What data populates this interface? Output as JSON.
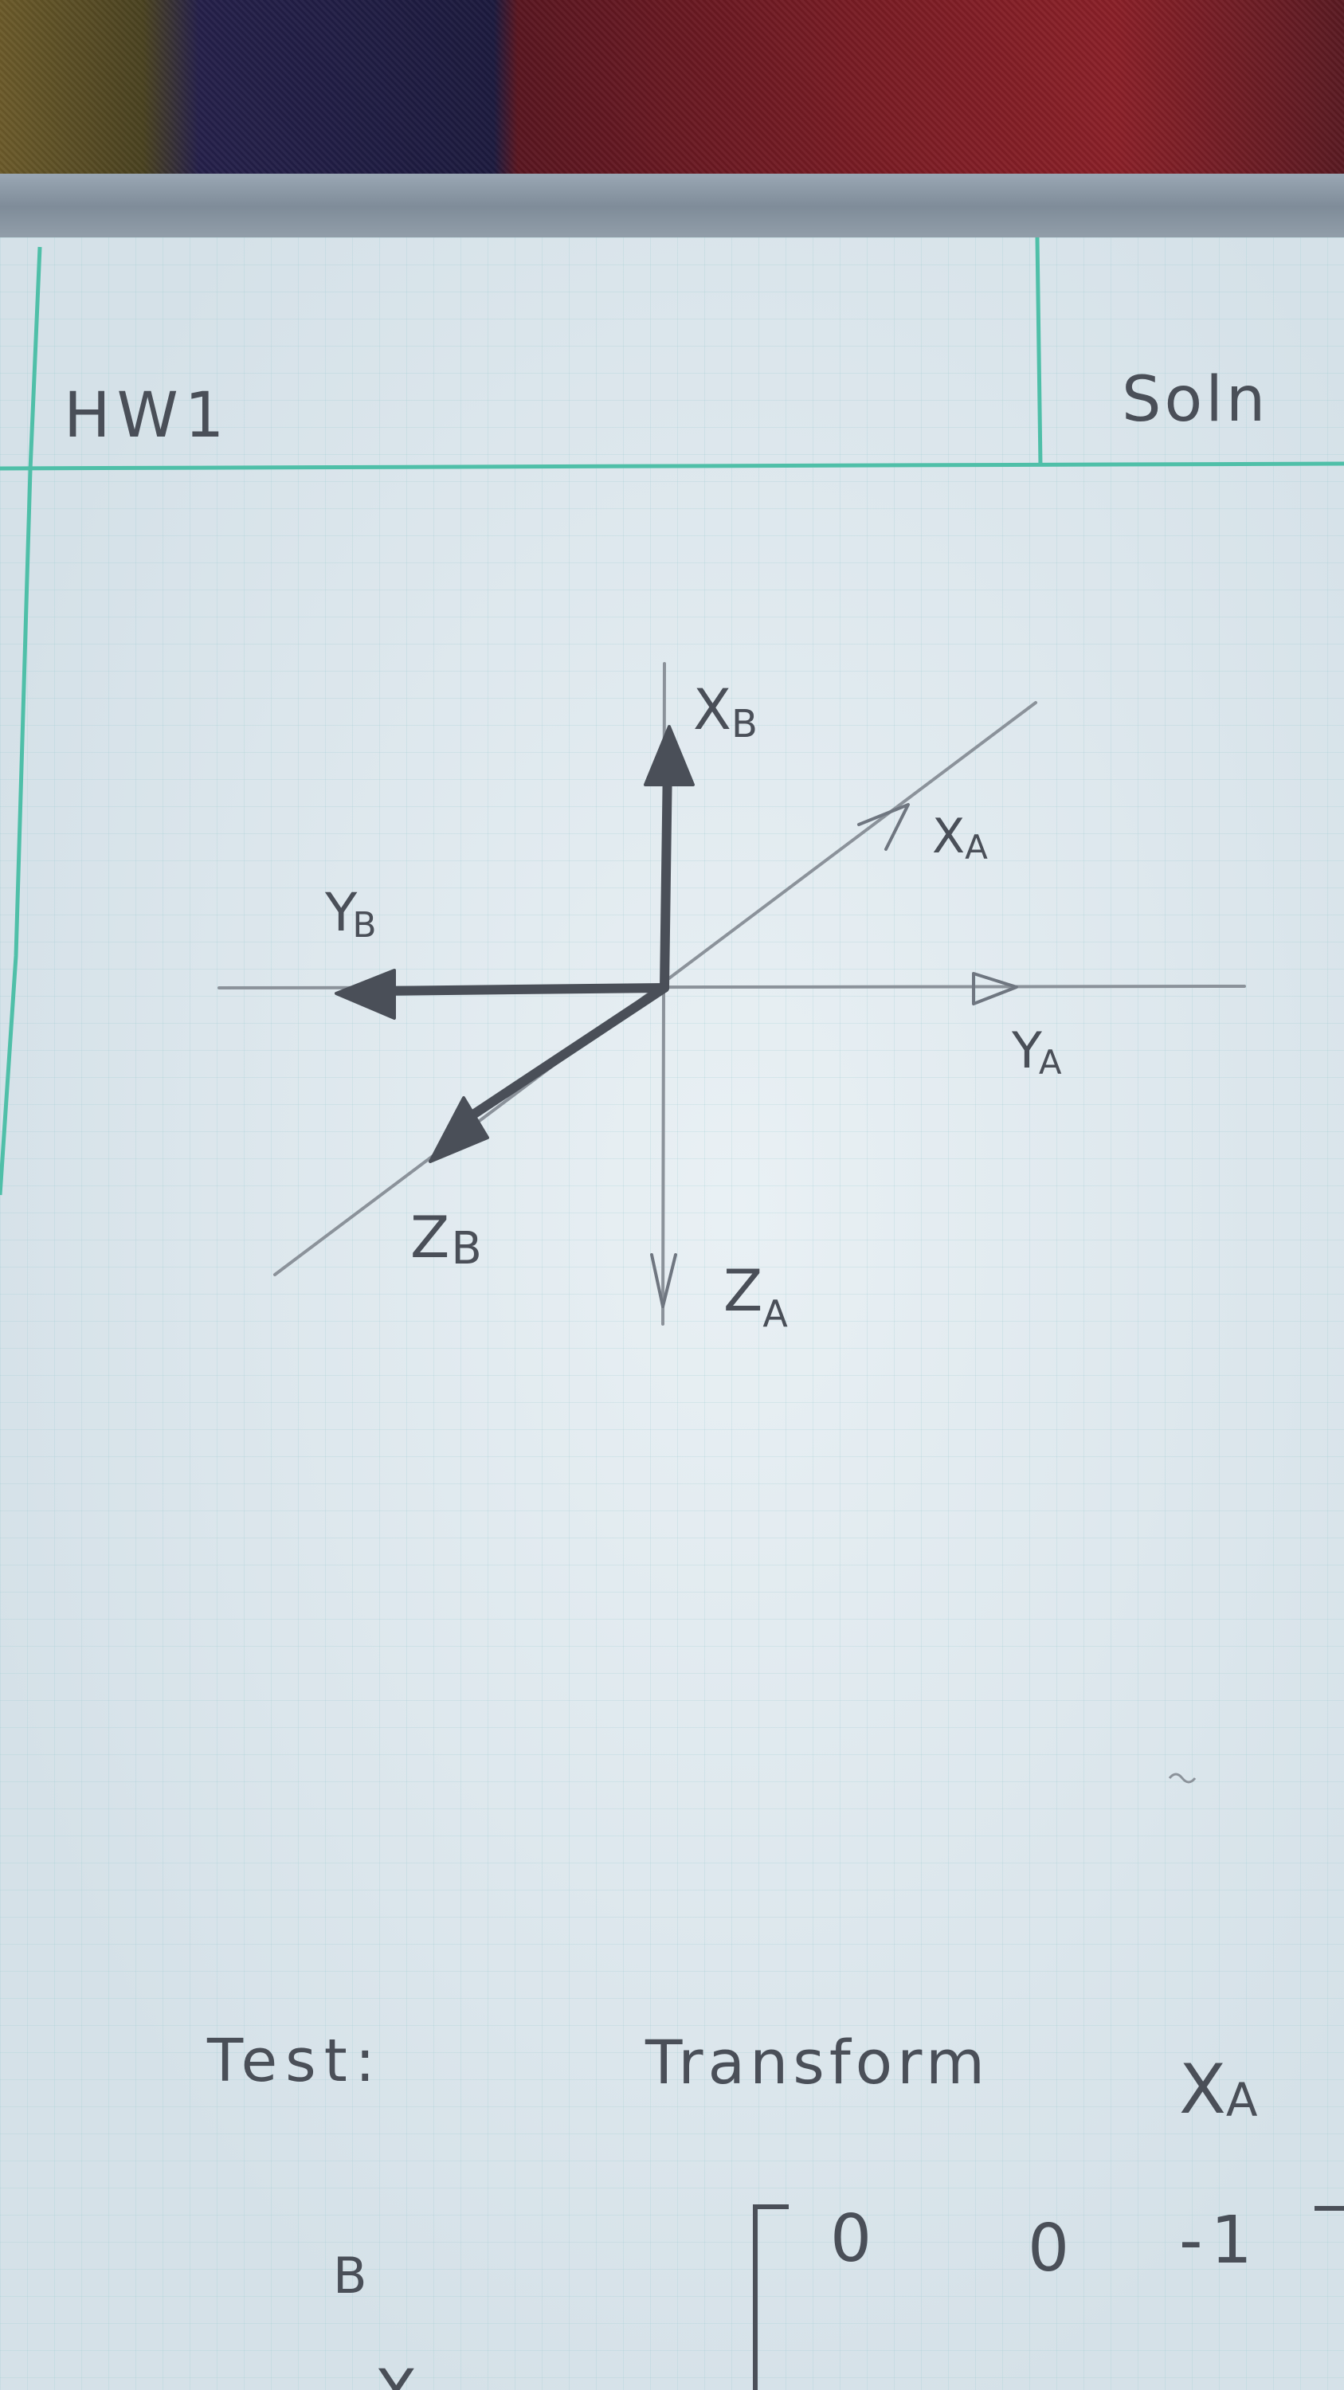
{
  "header": {
    "left_label": "HW1",
    "right_label": "Soln"
  },
  "diagram": {
    "axes": {
      "xb": {
        "base": "X",
        "sub": "B"
      },
      "xa": {
        "base": "X",
        "sub": "A"
      },
      "yb": {
        "base": "Y",
        "sub": "B"
      },
      "ya": {
        "base": "Y",
        "sub": "A"
      },
      "zb": {
        "base": "Z",
        "sub": "B"
      },
      "za": {
        "base": "Z",
        "sub": "A"
      }
    }
  },
  "test_line": {
    "label": "Test:",
    "instruction": "Transform",
    "variable_base": "X",
    "variable_sub": "A"
  },
  "matrix": {
    "prefix_super": "B",
    "prefix_base": "X",
    "row1": [
      "0",
      "0",
      "-1"
    ]
  },
  "colors": {
    "paper": "#dde8ee",
    "margin_line": "#4fbfa8",
    "pencil_dark": "#4a4f58",
    "pencil_light": "#8b929a"
  }
}
